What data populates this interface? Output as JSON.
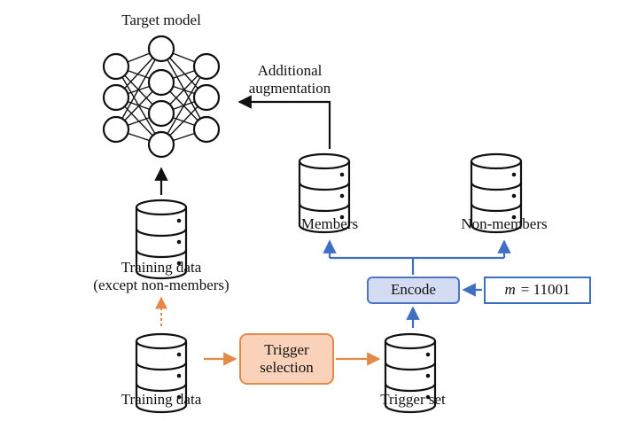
{
  "labels": {
    "target_model": "Target model",
    "additional_augmentation_line1": "Additional",
    "additional_augmentation_line2": "augmentation",
    "members": "Members",
    "non_members": "Non-members",
    "training_data_except_line1": "Training data",
    "training_data_except_line2": "(except non-members)",
    "encode": "Encode",
    "message_var": "m",
    "message_eq": "= 11001",
    "trigger_selection_line1": "Trigger",
    "trigger_selection_line2": "selection",
    "training_data": "Training data",
    "trigger_set": "Trigger set"
  },
  "colors": {
    "black_arrow": "#111111",
    "orange_arrow": "#e48a48",
    "blue_arrow": "#3f6fc2",
    "trigger_fill": "#f9d2b9",
    "encode_fill": "#d4dcf4"
  },
  "icons": {
    "model": "neural-network-icon",
    "dataset": "database-icon"
  }
}
